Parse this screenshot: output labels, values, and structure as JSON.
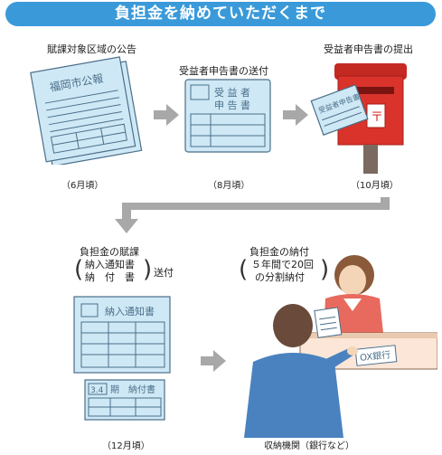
{
  "banner": {
    "title": "負担金を納めていただくまで"
  },
  "steps": {
    "s1": {
      "label": "賦課対象区域の公告",
      "period": "（6月頃）",
      "doc_text": "福岡市公報"
    },
    "s2": {
      "label": "受益者申告書の送付",
      "period": "（8月頃）",
      "doc_line1": "受 益 者",
      "doc_line2": "申 告 書"
    },
    "s3": {
      "label": "受益者申告書の提出",
      "period": "（10月頃）",
      "doc_text": "受益者申告書"
    },
    "s4": {
      "label_prefix": "負担金の賦課",
      "paren_line1": "納入通知書",
      "paren_line2": "納　付　書",
      "suffix": "送付",
      "period": "（12月頃）",
      "doc1_text": "納入通知書",
      "doc2_num": "3.4",
      "doc2_text": "期　納付書"
    },
    "s5": {
      "label": "負担金の納付",
      "paren_line1": "５年間で20回",
      "paren_line2": "の分割納付",
      "caption": "収納機関（銀行など）",
      "bank_sign": "OX銀行"
    }
  },
  "colors": {
    "banner": "#3a9ad9",
    "doc_fill": "#cfe8f5",
    "doc_stroke": "#4a6f8a",
    "arrow": "#a8a8a8",
    "postbox": "#d9332b",
    "shirt": "#4a82bf",
    "uniform": "#e86a5f"
  }
}
